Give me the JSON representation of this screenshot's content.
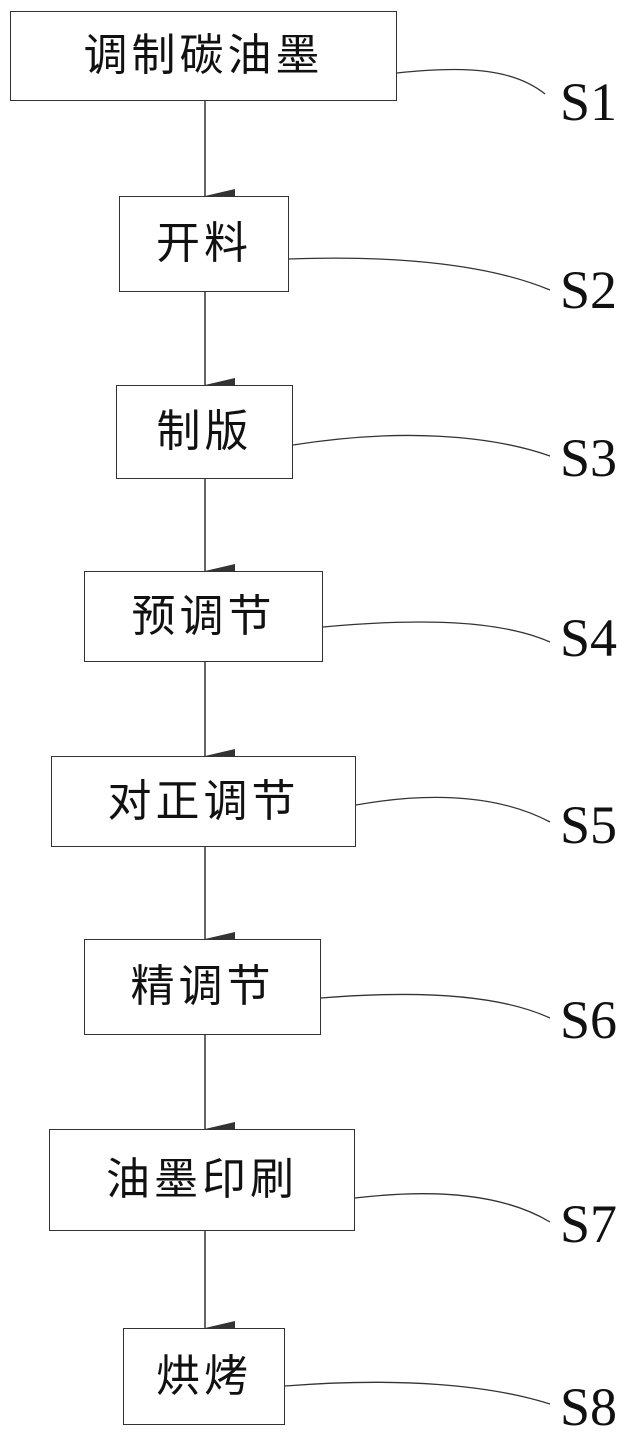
{
  "steps": [
    {
      "label": "调制碳油墨",
      "code": "S1"
    },
    {
      "label": "开料",
      "code": "S2"
    },
    {
      "label": "制版",
      "code": "S3"
    },
    {
      "label": "预调节",
      "code": "S4"
    },
    {
      "label": "对正调节",
      "code": "S5"
    },
    {
      "label": "精调节",
      "code": "S6"
    },
    {
      "label": "油墨印刷",
      "code": "S7"
    },
    {
      "label": "烘烤",
      "code": "S8"
    }
  ],
  "colors": {
    "line": "#333333",
    "text": "#111111",
    "background": "#ffffff"
  }
}
